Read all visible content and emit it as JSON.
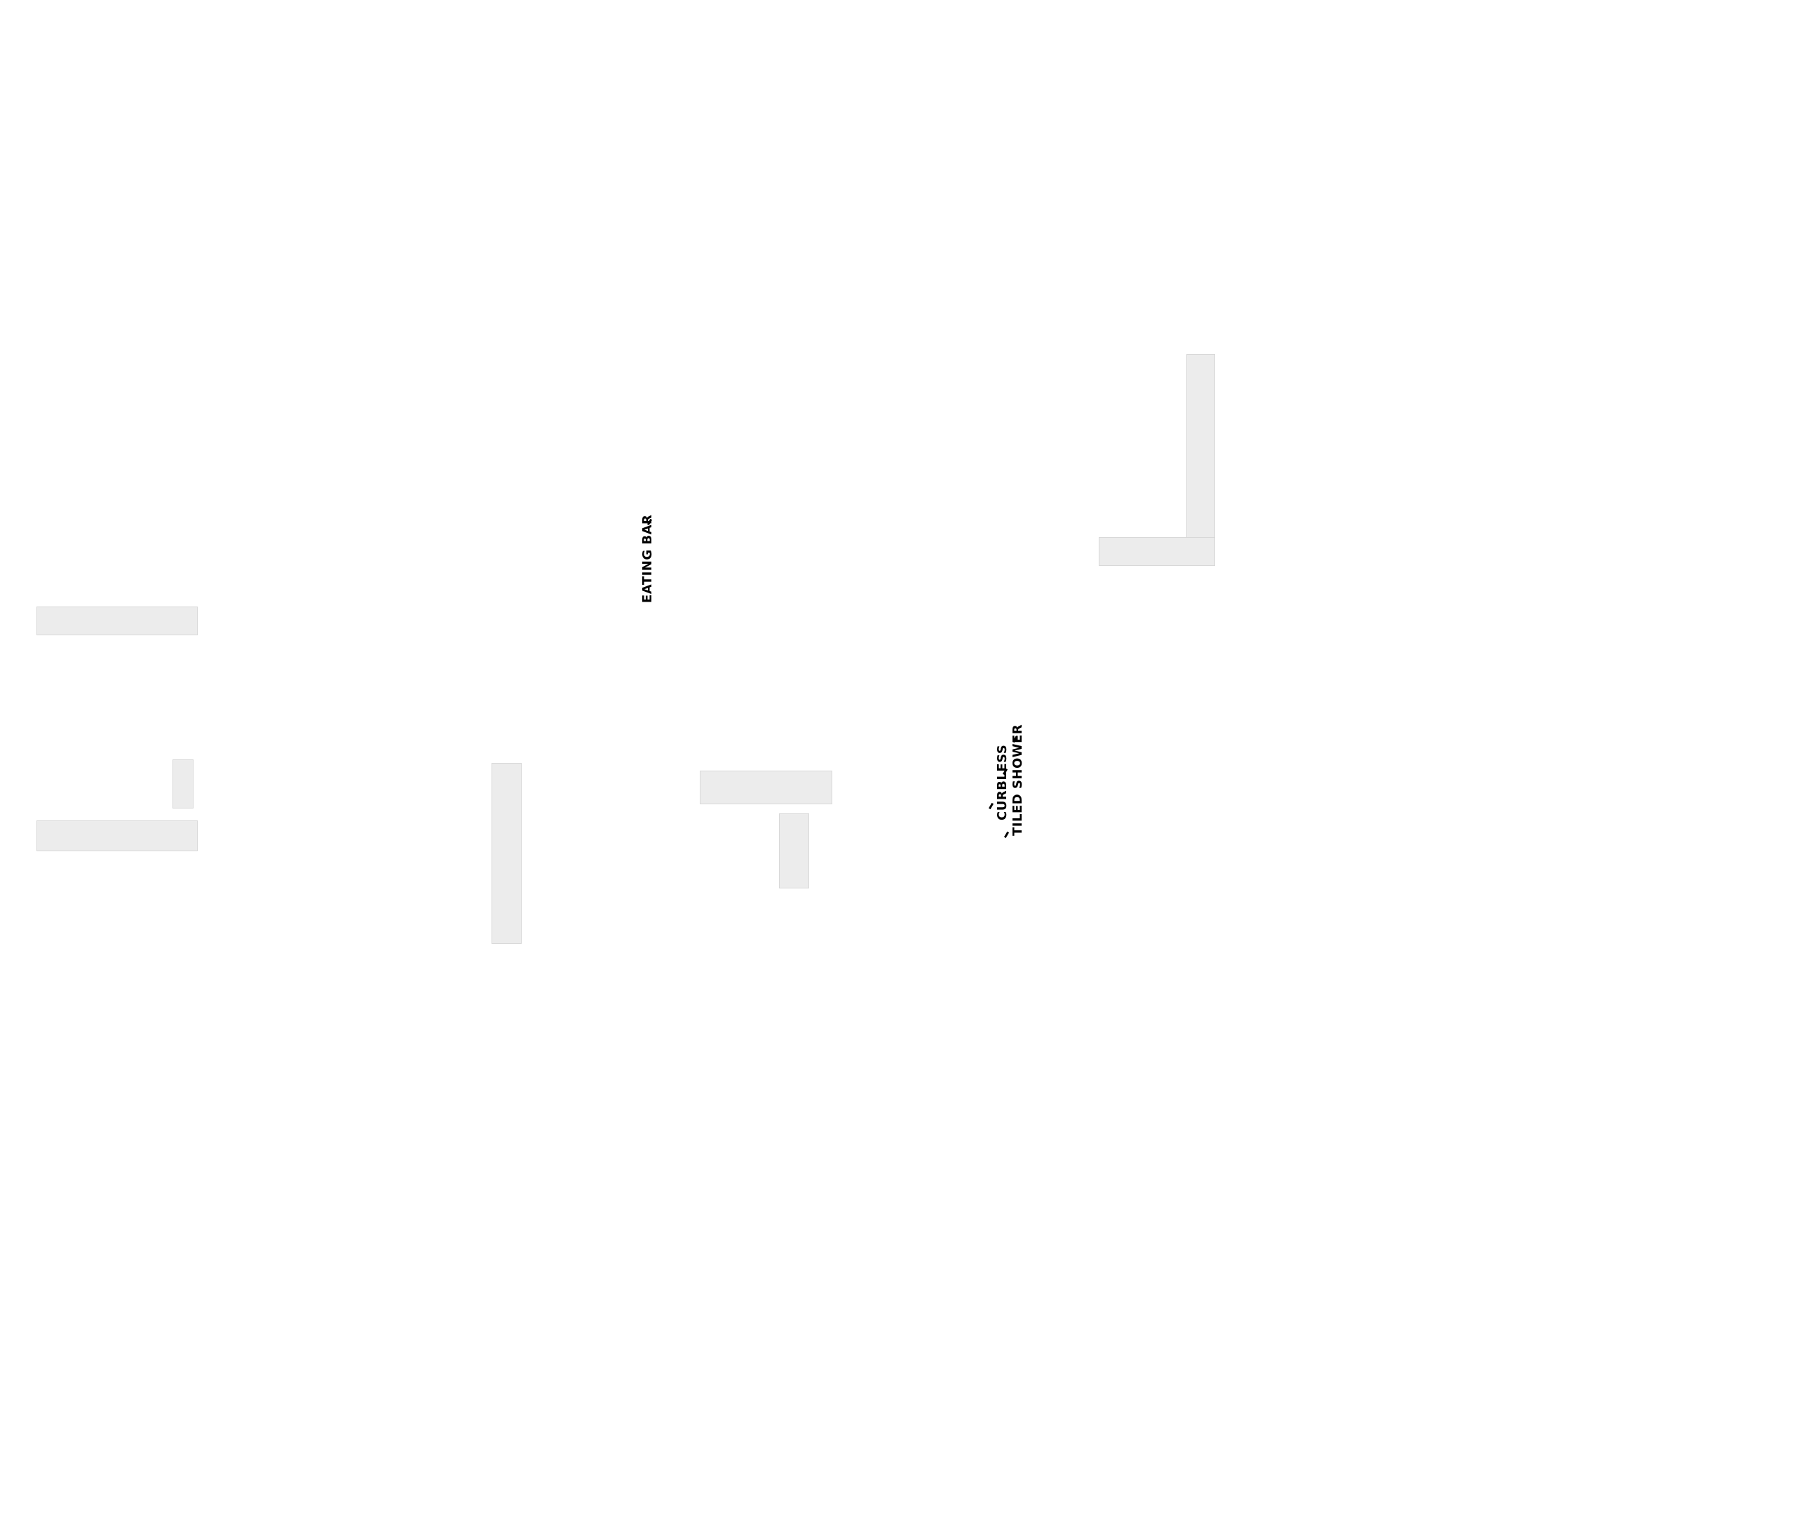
{
  "labels": {
    "eating_bar": "EATING BAR",
    "shower_line1": "CURBLESS",
    "shower_line2": "TILED SHOWER"
  }
}
